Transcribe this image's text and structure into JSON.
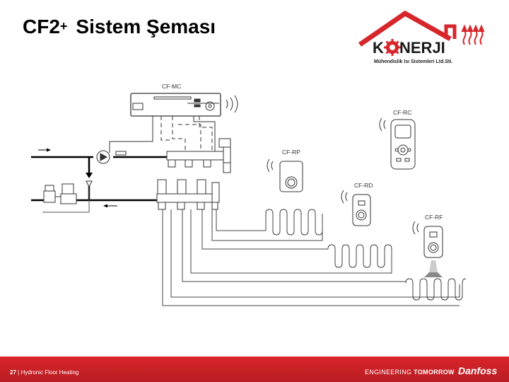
{
  "slide": {
    "title_main": "CF2",
    "title_sup": "+",
    "title_rest": "Sistem Şeması",
    "page_number": "27",
    "section": "Hydronic Floor Heating",
    "tagline_light": "ENGINEERING",
    "tagline_bold": "TOMORROW"
  },
  "logo": {
    "brand_a": "K",
    "brand_b": "NERJI",
    "subtitle": "Mühendislik Isı Sistemleri Ltd.Sti.",
    "roof_color": "#d7262b",
    "text_color": "#1a1a1a"
  },
  "danfoss": {
    "label": "Danfoss",
    "color": "#ffffff"
  },
  "diagram": {
    "controller": "CF-MC",
    "remote": "CF-RC",
    "panel": "CF-RP",
    "dial": "CF-RD",
    "repeater": "CF-RF"
  },
  "colors": {
    "accent": "#d7262b",
    "footer": "#c8202a",
    "line": "#333333"
  }
}
